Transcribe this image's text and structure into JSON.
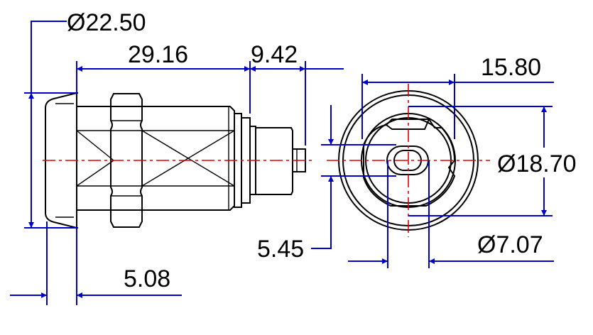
{
  "colors": {
    "outline": "#000000",
    "dimension": "#0000cc",
    "centerline": "#dd0000",
    "background": "#ffffff"
  },
  "dimensions": {
    "outer_diameter": "Ø22.50",
    "body_length": "29.16",
    "tail_length": "9.42",
    "end_view_width": "15.80",
    "end_view_diameter": "Ø18.70",
    "key_offset": "5.45",
    "key_diameter": "Ø7.07",
    "flange_thickness": "5.08"
  }
}
